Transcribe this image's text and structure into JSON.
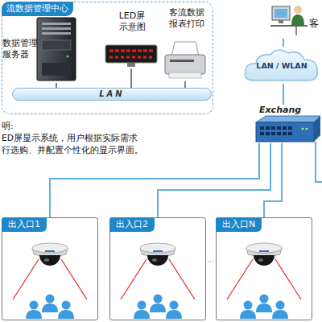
{
  "diagram": {
    "nodes": [
      {
        "text": [
          "流数据管理中心"
        ]
      },
      {
        "text": [
          "数据管理 服务器"
        ],
        "in": 0
      },
      {
        "text": [
          "LED屏 示意图"
        ],
        "in": 0
      },
      {
        "text": [
          "客流数据 报表打印"
        ],
        "in": 0
      },
      {
        "text": [
          "LAN"
        ],
        "in": 0
      },
      {
        "text": [
          "客"
        ]
      },
      {
        "text": [
          "LAN / WLAN"
        ]
      },
      {
        "text": [
          "Exchang"
        ]
      },
      {
        "text": [
          "出入口1"
        ]
      },
      {
        "text": [
          "出入口2"
        ]
      },
      {
        "text": [
          "出入口N"
        ]
      }
    ],
    "edges": [
      {
        "from": 1,
        "to": 4,
        "arrow": "none"
      },
      {
        "from": 2,
        "to": 4,
        "arrow": "none"
      },
      {
        "from": 3,
        "to": 4,
        "arrow": "none"
      },
      {
        "from": 5,
        "to": 6,
        "arrow": "none"
      },
      {
        "from": 6,
        "to": 7,
        "arrow": "none"
      },
      {
        "from": 7,
        "to": 8,
        "arrow": "none"
      },
      {
        "from": 7,
        "to": 9,
        "arrow": "none"
      },
      {
        "from": 7,
        "to": 10,
        "arrow": "none"
      }
    ],
    "labels": [
      "明:",
      "ED屏显示系统，用户根据实际需求",
      "行选购、并配置个性化的显示界面。"
    ]
  }
}
